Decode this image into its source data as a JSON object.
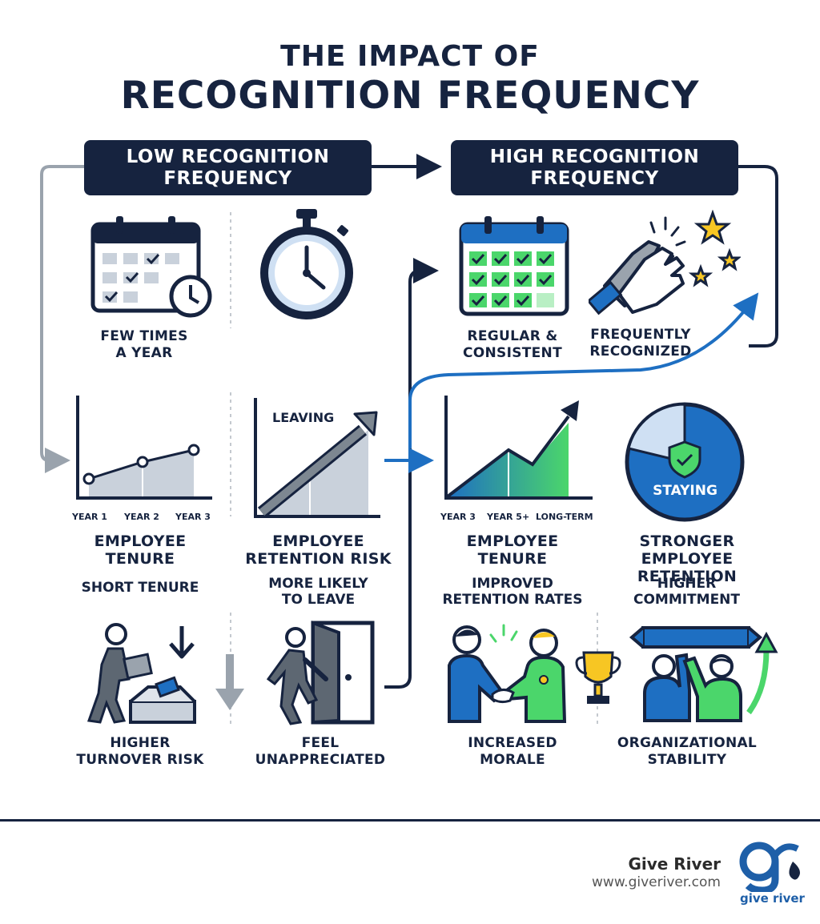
{
  "title": {
    "line1": "THE IMPACT OF",
    "line2": "RECOGNITION FREQUENCY"
  },
  "low": {
    "header": [
      "LOW RECOGNITION",
      "FREQUENCY"
    ],
    "cal_label": [
      "FEW TIMES",
      "A YEAR"
    ],
    "tenure_ticks": [
      "YEAR 1",
      "YEAR 2",
      "YEAR 3"
    ],
    "tenure_label": [
      "EMPLOYEE",
      "TENURE"
    ],
    "tenure_sub": "SHORT TENURE",
    "risk_chart_label": "LEAVING",
    "risk_label": [
      "EMPLOYEE",
      "RETENTION RISK"
    ],
    "risk_sub": [
      "MORE LIKELY",
      "TO LEAVE"
    ],
    "turnover_label": [
      "HIGHER",
      "TURNOVER RISK"
    ],
    "unappreciated_label": [
      "FEEL",
      "UNAPPRECIATED"
    ]
  },
  "high": {
    "header": [
      "HIGH RECOGNITION",
      "FREQUENCY"
    ],
    "cal_label": [
      "REGULAR &",
      "CONSISTENT"
    ],
    "clap_label": [
      "FREQUENTLY",
      "RECOGNIZED"
    ],
    "tenure_ticks": [
      "YEAR 3",
      "YEAR 5+",
      "LONG-TERM"
    ],
    "tenure_label": [
      "EMPLOYEE",
      "TENURE"
    ],
    "tenure_sub": [
      "IMPROVED",
      "RETENTION RATES"
    ],
    "pie_label": "STAYING",
    "retention_label": [
      "STRONGER",
      "EMPLOYEE RETENTION"
    ],
    "retention_sub": [
      "HIGHER",
      "COMMITMENT"
    ],
    "morale_label": [
      "INCREASED",
      "MORALE"
    ],
    "stability_label": [
      "ORGANIZATIONAL",
      "STABILITY"
    ]
  },
  "footer": {
    "brand": "Give River",
    "url": "www.giveriver.com",
    "logo_text": "give river"
  },
  "colors": {
    "navy": "#16233f",
    "blue": "#1e6fc2",
    "green": "#4bd66b",
    "gray": "#9aa3ad",
    "light_blue": "#cfe0f3"
  },
  "icons": [
    "calendar-icon",
    "stopwatch-icon",
    "clapping-hands-icon",
    "star-icon",
    "mover-box-icon",
    "door-exit-icon",
    "handshake-icon",
    "trophy-icon",
    "celebration-icon",
    "shield-check-icon",
    "arrow-icon"
  ]
}
